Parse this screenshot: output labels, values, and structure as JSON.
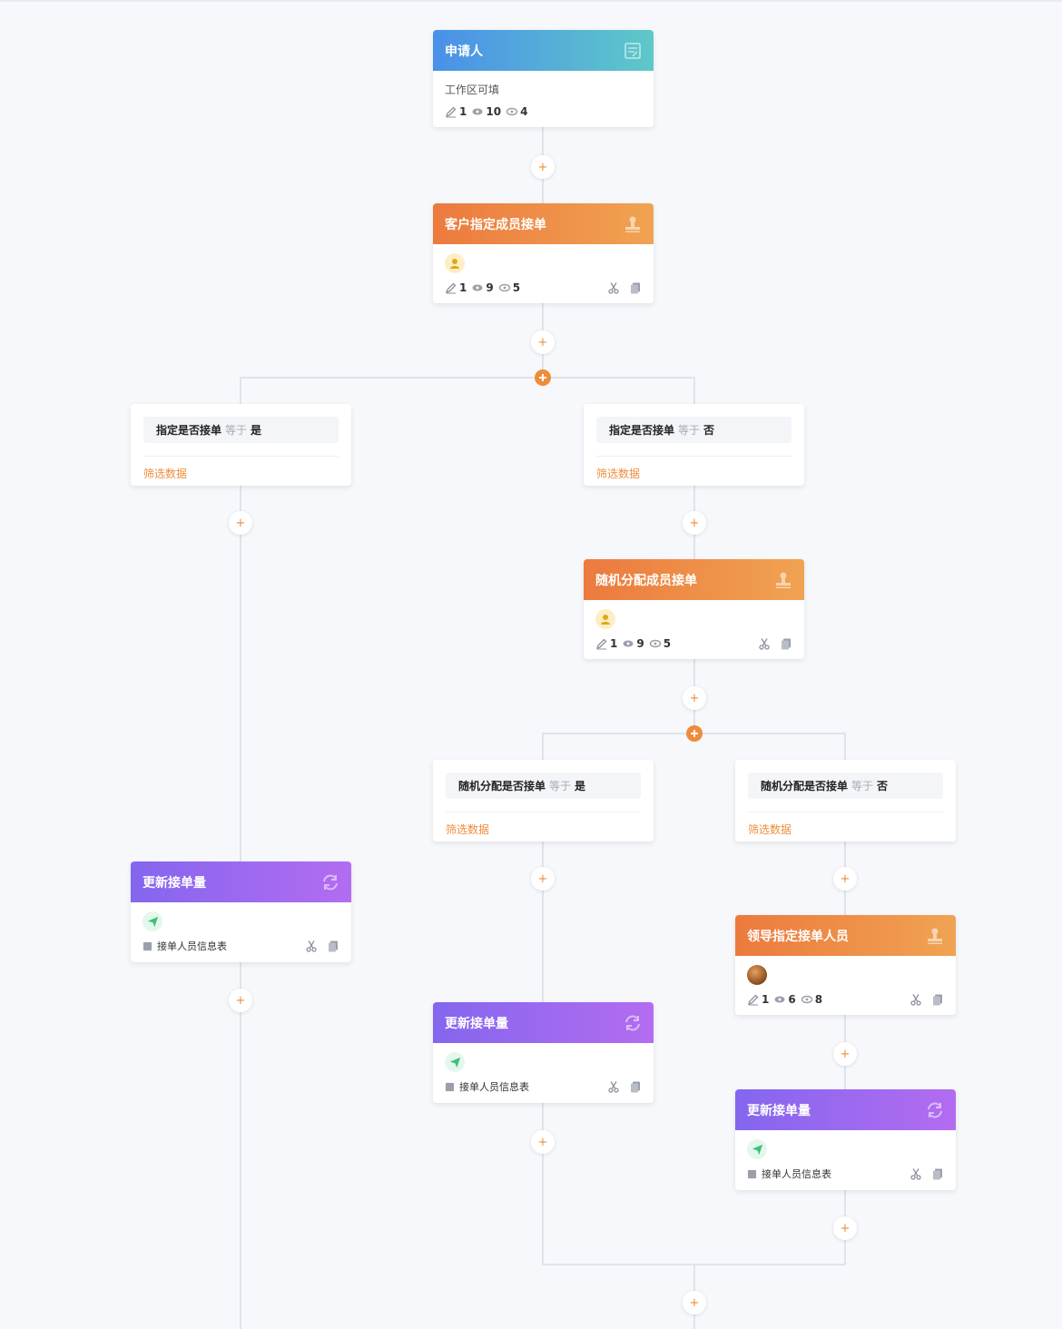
{
  "nodes": {
    "applicant": {
      "title": "申请人",
      "subtitle": "工作区可填",
      "edit": "1",
      "view": "10",
      "hidden": "4"
    },
    "customer_assign": {
      "title": "客户指定成员接单",
      "edit": "1",
      "view": "9",
      "hidden": "5"
    },
    "random_assign": {
      "title": "随机分配成员接单",
      "edit": "1",
      "view": "9",
      "hidden": "5"
    },
    "leader_assign": {
      "title": "领导指定接单人员",
      "edit": "1",
      "view": "6",
      "hidden": "8"
    },
    "update_a": {
      "title": "更新接单量",
      "table": "接单人员信息表"
    },
    "update_b": {
      "title": "更新接单量",
      "table": "接单人员信息表"
    },
    "update_c": {
      "title": "更新接单量",
      "table": "接单人员信息表"
    }
  },
  "conditions": {
    "assigned_yes": {
      "field": "指定是否接单",
      "op": "等于",
      "value": "是",
      "filter": "筛选数据"
    },
    "assigned_no": {
      "field": "指定是否接单",
      "op": "等于",
      "value": "否",
      "filter": "筛选数据"
    },
    "random_yes": {
      "field": "随机分配是否接单",
      "op": "等于",
      "value": "是",
      "filter": "筛选数据"
    },
    "random_no": {
      "field": "随机分配是否接单",
      "op": "等于",
      "value": "否",
      "filter": "筛选数据"
    }
  },
  "icons": {
    "add": "+",
    "edit": "pencil-icon",
    "view": "eye-icon",
    "hidden": "eye-closed-icon",
    "cut": "scissors-icon",
    "copy": "copy-icon",
    "form": "form-icon",
    "approve": "stamp-icon",
    "refresh": "refresh-icon",
    "send": "send-icon",
    "table": "table-icon"
  },
  "colors": {
    "accent": "#ef8c3a",
    "applicant_head": "#4a90e8",
    "approval_head": "#ec7a3e",
    "update_head": "#8466ee",
    "connector": "#dfe3ea"
  }
}
